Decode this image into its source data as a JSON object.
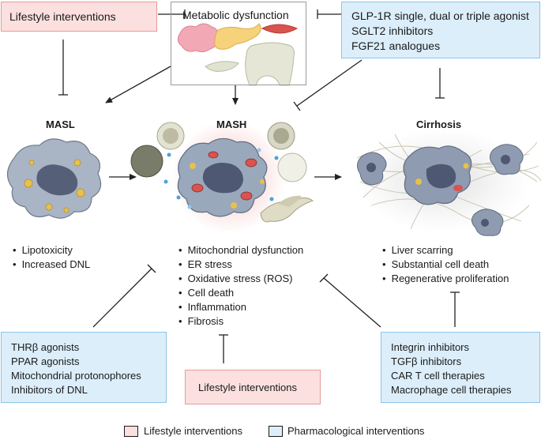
{
  "top": {
    "lifestyle": "Lifestyle interventions",
    "metabolic": "Metabolic dysfunction",
    "pharma": [
      "GLP-1R single, dual or triple agonist",
      "SGLT2 inhibitors",
      "FGF21 analogues"
    ]
  },
  "stages": {
    "masl": {
      "title": "MASL",
      "items": [
        "Lipotoxicity",
        "Increased DNL"
      ]
    },
    "mash": {
      "title": "MASH",
      "items": [
        "Mitochondrial dysfunction",
        "ER stress",
        "Oxidative stress (ROS)",
        "Cell death",
        "Inflammation",
        "Fibrosis"
      ]
    },
    "cirrhosis": {
      "title": "Cirrhosis",
      "items": [
        "Liver scarring",
        "Substantial cell death",
        "Regenerative proliferation"
      ]
    }
  },
  "bottom": {
    "left": [
      "THRβ agonists",
      "PPAR agonists",
      "Mitochondrial protonophores",
      "Inhibitors of DNL"
    ],
    "center": "Lifestyle interventions",
    "right": [
      "Integrin inhibitors",
      "TGFβ inhibitors",
      "CAR T cell therapies",
      "Macrophage cell therapies"
    ]
  },
  "legend": {
    "lifestyle": "Lifestyle interventions",
    "pharma": "Pharmacological interventions"
  },
  "colors": {
    "pink_fill": "#fbe0df",
    "pink_border": "#e59b98",
    "blue_fill": "#dceefa",
    "blue_border": "#8cc4e8"
  }
}
